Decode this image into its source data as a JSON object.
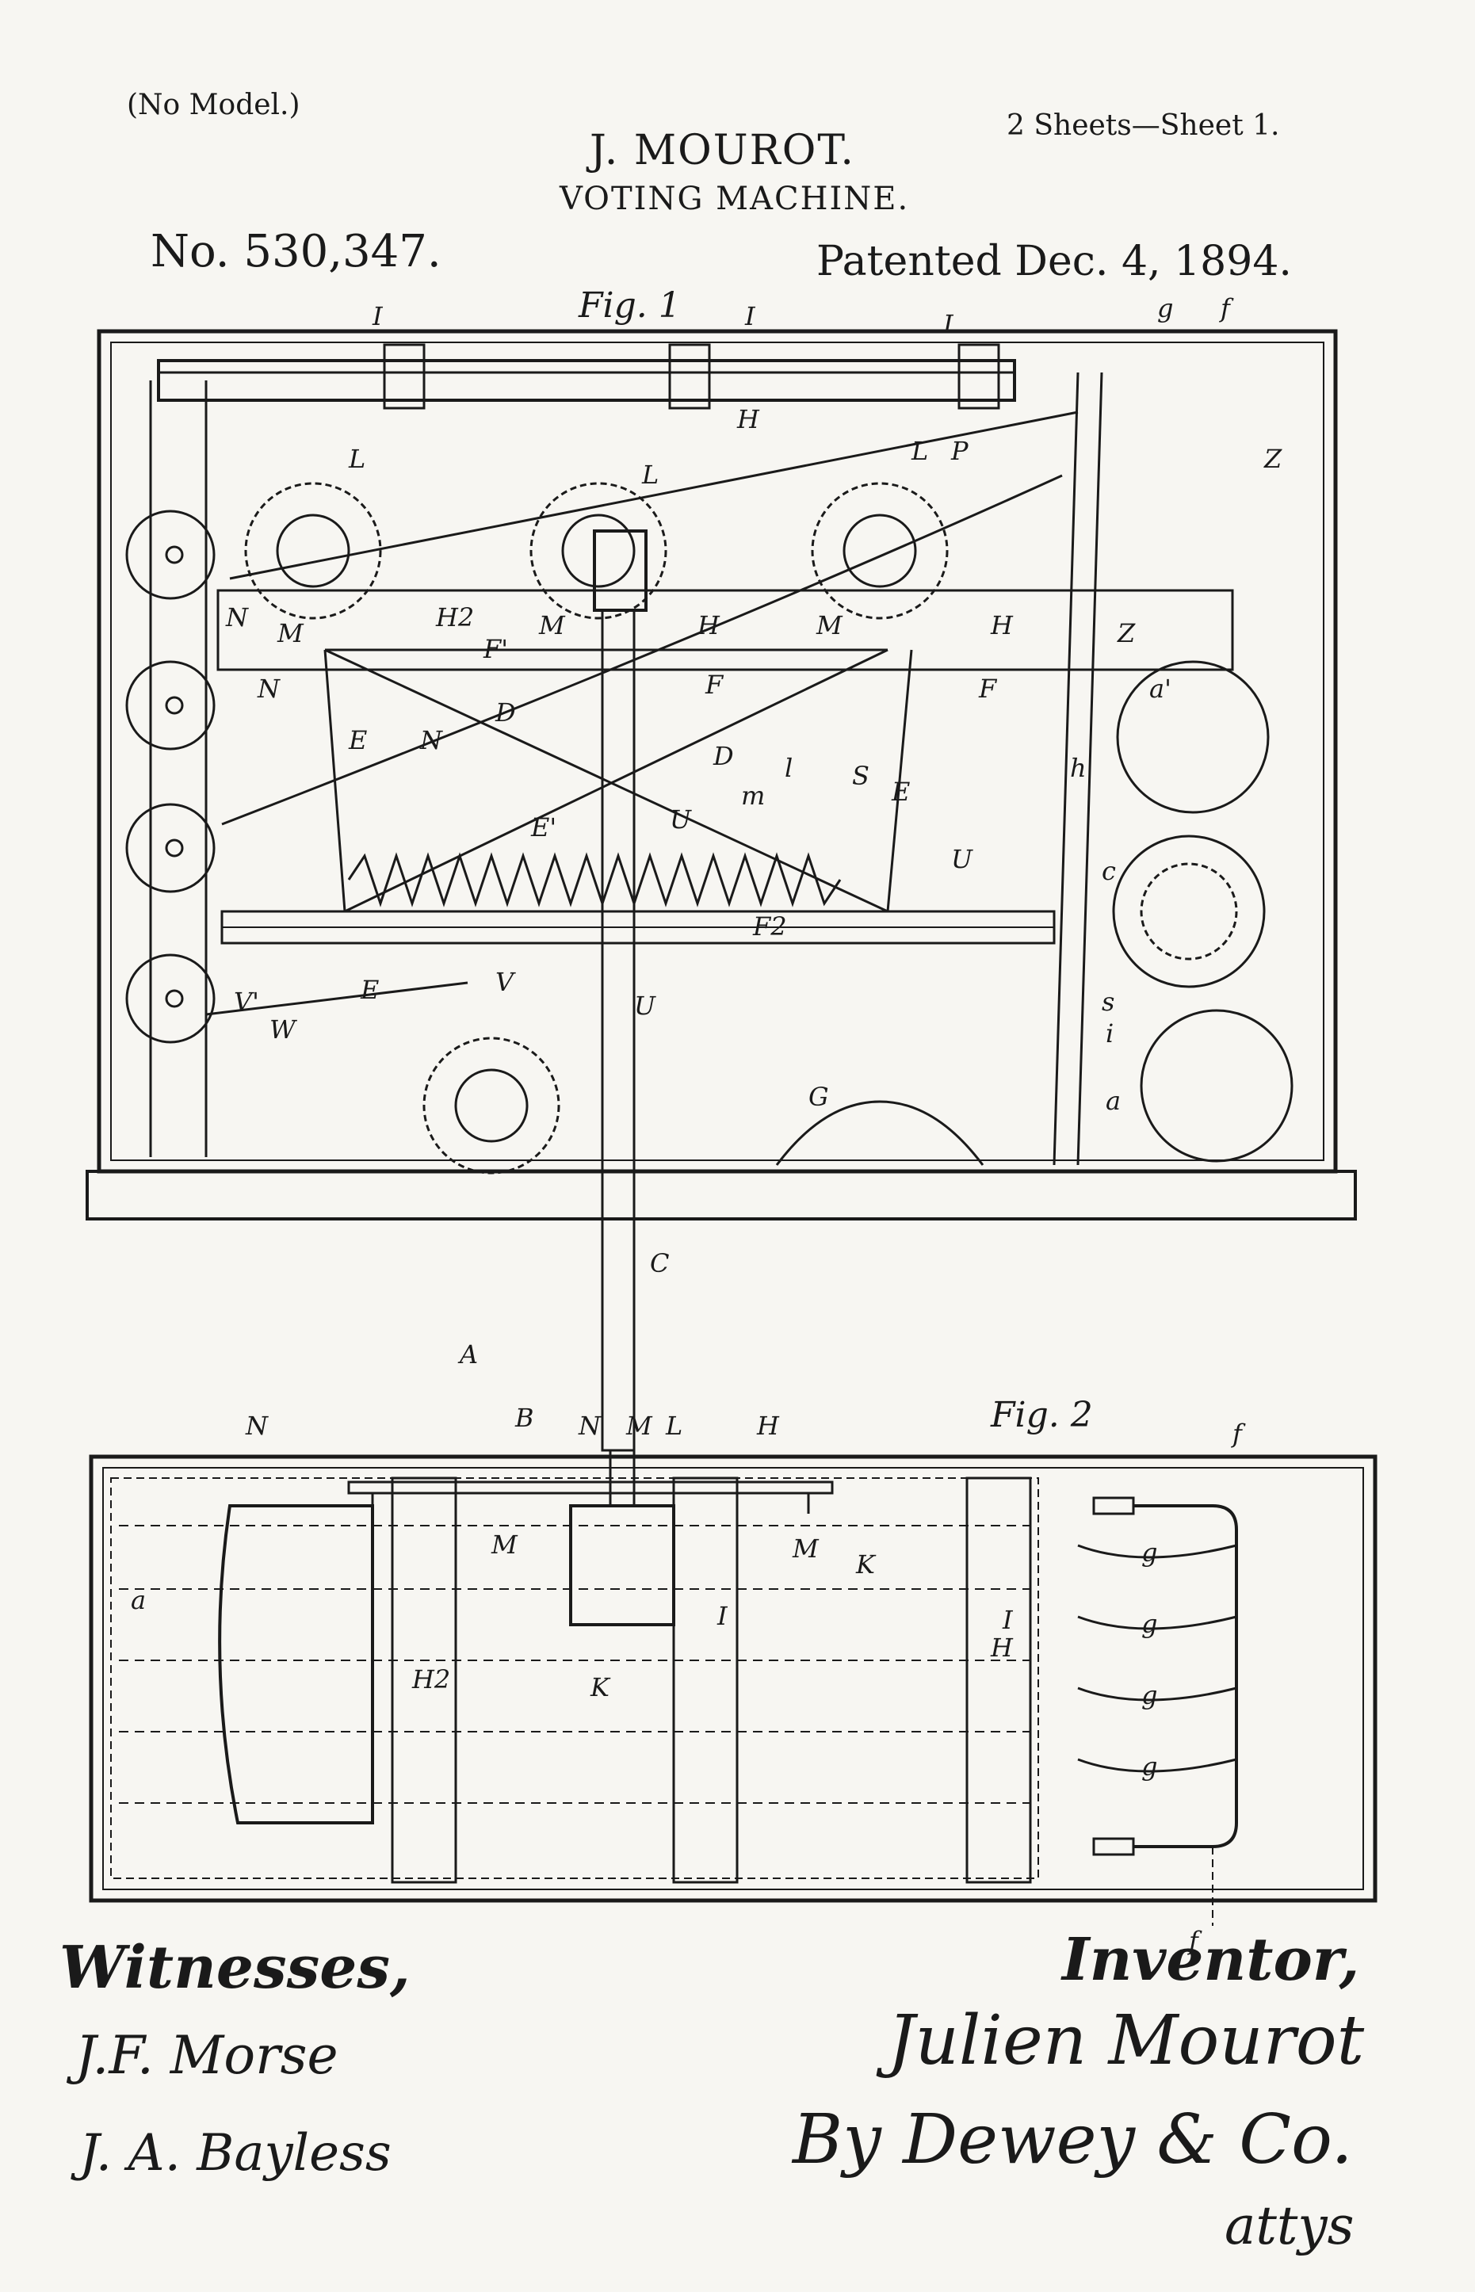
{
  "header": {
    "no_model": "(No Model.)",
    "inventor": "J. MOUROT.",
    "sheets": "2 Sheets—Sheet 1.",
    "title": "VOTING MACHINE.",
    "patent_number": "No. 530,347.",
    "patent_date": "Patented Dec. 4, 1894."
  },
  "figures": {
    "fig1_label": "Fig. 1",
    "fig2_label": "Fig. 2"
  },
  "fig1_letters": [
    "I",
    "I",
    "I",
    "g",
    "f",
    "H",
    "H",
    "H",
    "L",
    "L",
    "L",
    "P",
    "M",
    "M",
    "M",
    "N",
    "N",
    "N",
    "D",
    "D",
    "E",
    "E",
    "E",
    "E'",
    "F",
    "F",
    "F'",
    "F2",
    "H2",
    "U",
    "U",
    "U",
    "Z",
    "Z",
    "a'",
    "c",
    "h",
    "s",
    "i",
    "a",
    "V",
    "V'",
    "W",
    "G",
    "C",
    "A",
    "B",
    "l",
    "m",
    "S"
  ],
  "fig2_letters": [
    "N",
    "N",
    "M",
    "L",
    "H",
    "f",
    "f",
    "M",
    "K",
    "H2",
    "I",
    "a",
    "g",
    "g",
    "g",
    "g",
    "H",
    "I",
    "K",
    "M"
  ],
  "signatures": {
    "witnesses_heading": "Witnesses,",
    "witness_1": "J.F. Morse",
    "witness_2": "J. A. Bayless",
    "inventor_heading": "Inventor,",
    "inventor_signature": "Julien Mourot",
    "attorney_signature": "By Dewey & Co.",
    "attorney_suffix": "attys"
  }
}
